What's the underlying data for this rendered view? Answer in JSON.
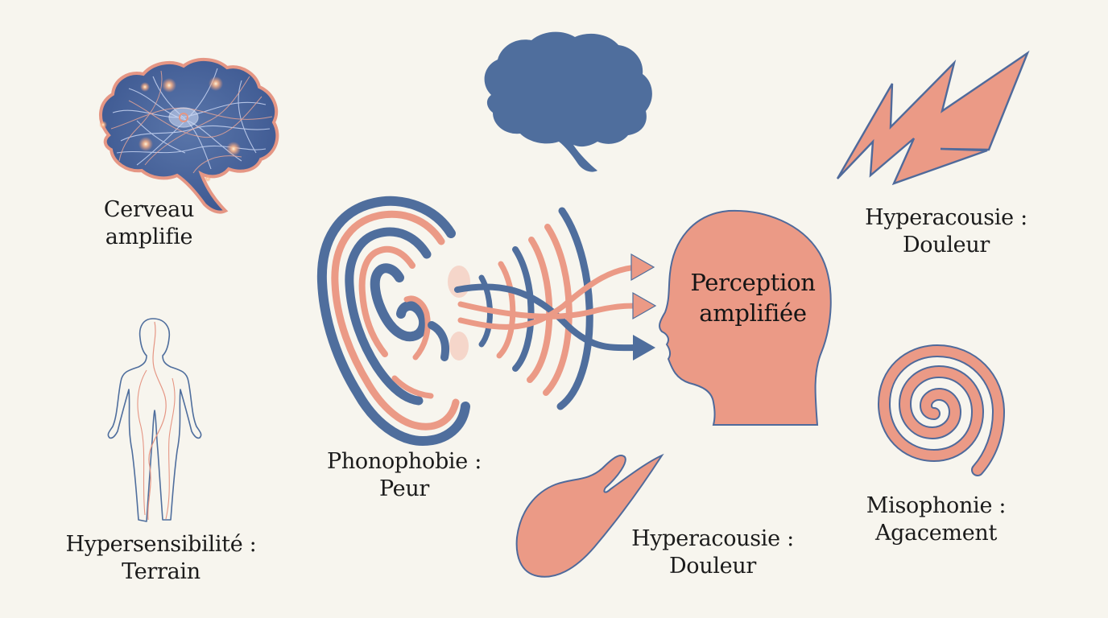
{
  "colors": {
    "background": "#f7f5ee",
    "blue": "#4f6e9d",
    "blue_dark": "#3f5d8c",
    "coral": "#eb9a86",
    "coral_light": "#f4c1b2",
    "text": "#1b1b1b"
  },
  "nodes": [
    {
      "id": "cerveau",
      "icon": "glowing-neuron-brain-icon",
      "line1": "Cerveau",
      "line2": "amplifie"
    },
    {
      "id": "hypersensibilite",
      "icon": "human-body-outline-icon",
      "line1": "Hypersensibilité :",
      "line2": "Terrain"
    },
    {
      "id": "phonophobie",
      "icon": "ear-icon",
      "line1": "Phonophobie :",
      "line2": "Peur"
    },
    {
      "id": "perception",
      "icon": "head-profile-icon",
      "line1": "Perception",
      "line2": "amplifiée"
    },
    {
      "id": "hyperacousie_top",
      "icon": "lightning-bolt-icon",
      "line1": "Hyperacousie :",
      "line2": "Douleur"
    },
    {
      "id": "hyperacousie_bottom",
      "icon": "flame-spike-icon",
      "line1": "Hyperacousie :",
      "line2": "Douleur"
    },
    {
      "id": "misophonie",
      "icon": "spiral-icon",
      "line1": "Misophonie :",
      "line2": "Agacement"
    }
  ],
  "decorations": {
    "solid_brain": "solid-brain-icon",
    "sound_waves": "sound-waves-icon",
    "arrows": "intertwined-arrows-icon"
  }
}
